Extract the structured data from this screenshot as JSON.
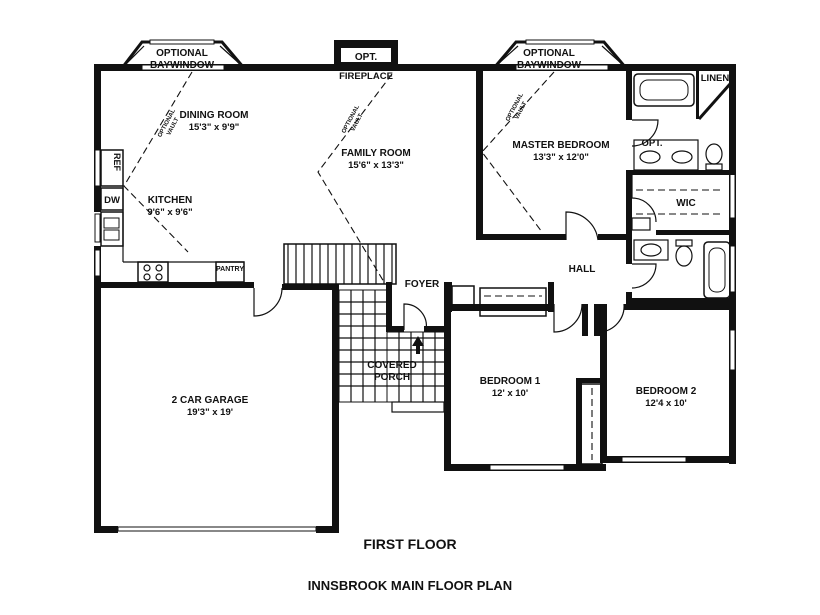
{
  "rooms": {
    "opt_baywindow_left": [
      "OPTIONAL",
      "BAYWINDOW"
    ],
    "opt_fireplace": [
      "OPT.",
      "FIREPLACE"
    ],
    "opt_baywindow_right": [
      "OPTIONAL",
      "BAYWINDOW"
    ],
    "linen": "LINEN",
    "dining": [
      "DINING ROOM",
      "15'3\" x 9'9\""
    ],
    "family": [
      "FAMILY ROOM",
      "15'6\" x 13'3\""
    ],
    "master": [
      "MASTER BEDROOM",
      "13'3\" x 12'0\""
    ],
    "opt_bath": "OPT.",
    "wic": "WIC",
    "ref": "REF",
    "dw": "DW",
    "kitchen": [
      "KITCHEN",
      "9'6\" x 9'6\""
    ],
    "pantry": "PANTRY",
    "hall": "HALL",
    "foyer": "FOYER",
    "porch": [
      "COVERED",
      "PORCH"
    ],
    "garage": [
      "2 CAR GARAGE",
      "19'3\" x 19'"
    ],
    "bedroom1": [
      "BEDROOM 1",
      "12' x 10'"
    ],
    "bedroom2": [
      "BEDROOM 2",
      "12'4 x 10'"
    ],
    "vault_dining": [
      "OPTIONAL",
      "VAULT"
    ],
    "vault_family": [
      "OPTIONAL",
      "VAULT"
    ],
    "vault_master": [
      "OPTIONAL",
      "VAULT"
    ]
  },
  "floor_title": "FIRST FLOOR",
  "plan_title": "INNSBROOK MAIN FLOOR PLAN"
}
